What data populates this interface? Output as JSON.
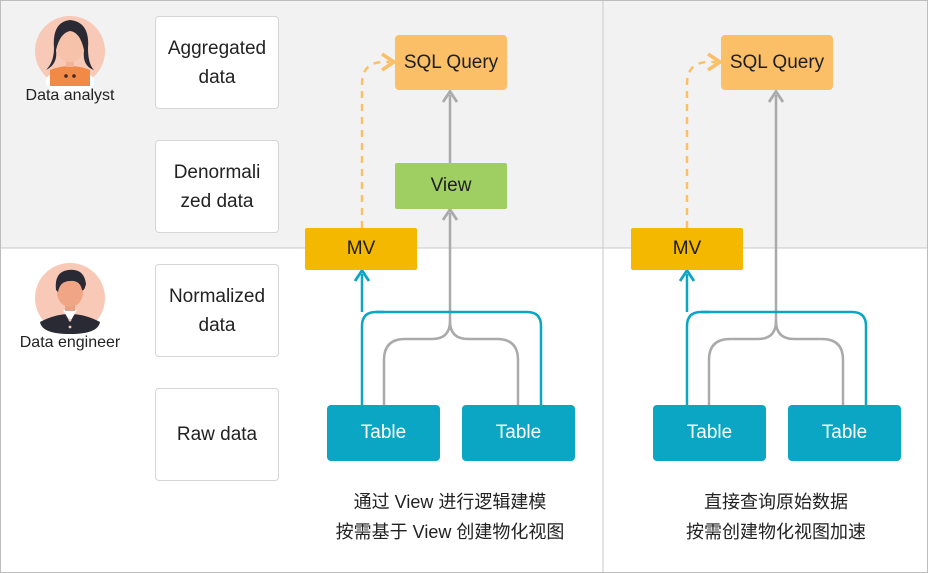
{
  "personas": {
    "analyst": {
      "label": "Data analyst",
      "icon": "data-analyst-avatar-icon"
    },
    "engineer": {
      "label": "Data engineer",
      "icon": "data-engineer-avatar-icon"
    }
  },
  "layers": {
    "aggregated": {
      "line1": "Aggregated",
      "line2": "data"
    },
    "denormalized": {
      "line1": "Denormali",
      "line2": "zed data"
    },
    "normalized": {
      "line1": "Normalized",
      "line2": "data"
    },
    "raw": {
      "line1": "Raw data"
    }
  },
  "left_flow": {
    "sql": "SQL Query",
    "view": "View",
    "mv": "MV",
    "table_a": "Table",
    "table_b": "Table",
    "caption_line1": "通过 View 进行逻辑建模",
    "caption_line2": "按需基于 View 创建物化视图"
  },
  "right_flow": {
    "sql": "SQL Query",
    "mv": "MV",
    "table_a": "Table",
    "table_b": "Table",
    "caption_line1": "直接查询原始数据",
    "caption_line2": "按需创建物化视图加速"
  },
  "colors": {
    "upper_band": "#f2f2f2",
    "sql_node": "#fbbf68",
    "view_node": "#9fcf63",
    "mv_node": "#f4b800",
    "table_node": "#0aa6c4",
    "table_link": "#0aa6c4",
    "view_link": "#aaaaaa",
    "dashed_link": "#fbbf68"
  }
}
